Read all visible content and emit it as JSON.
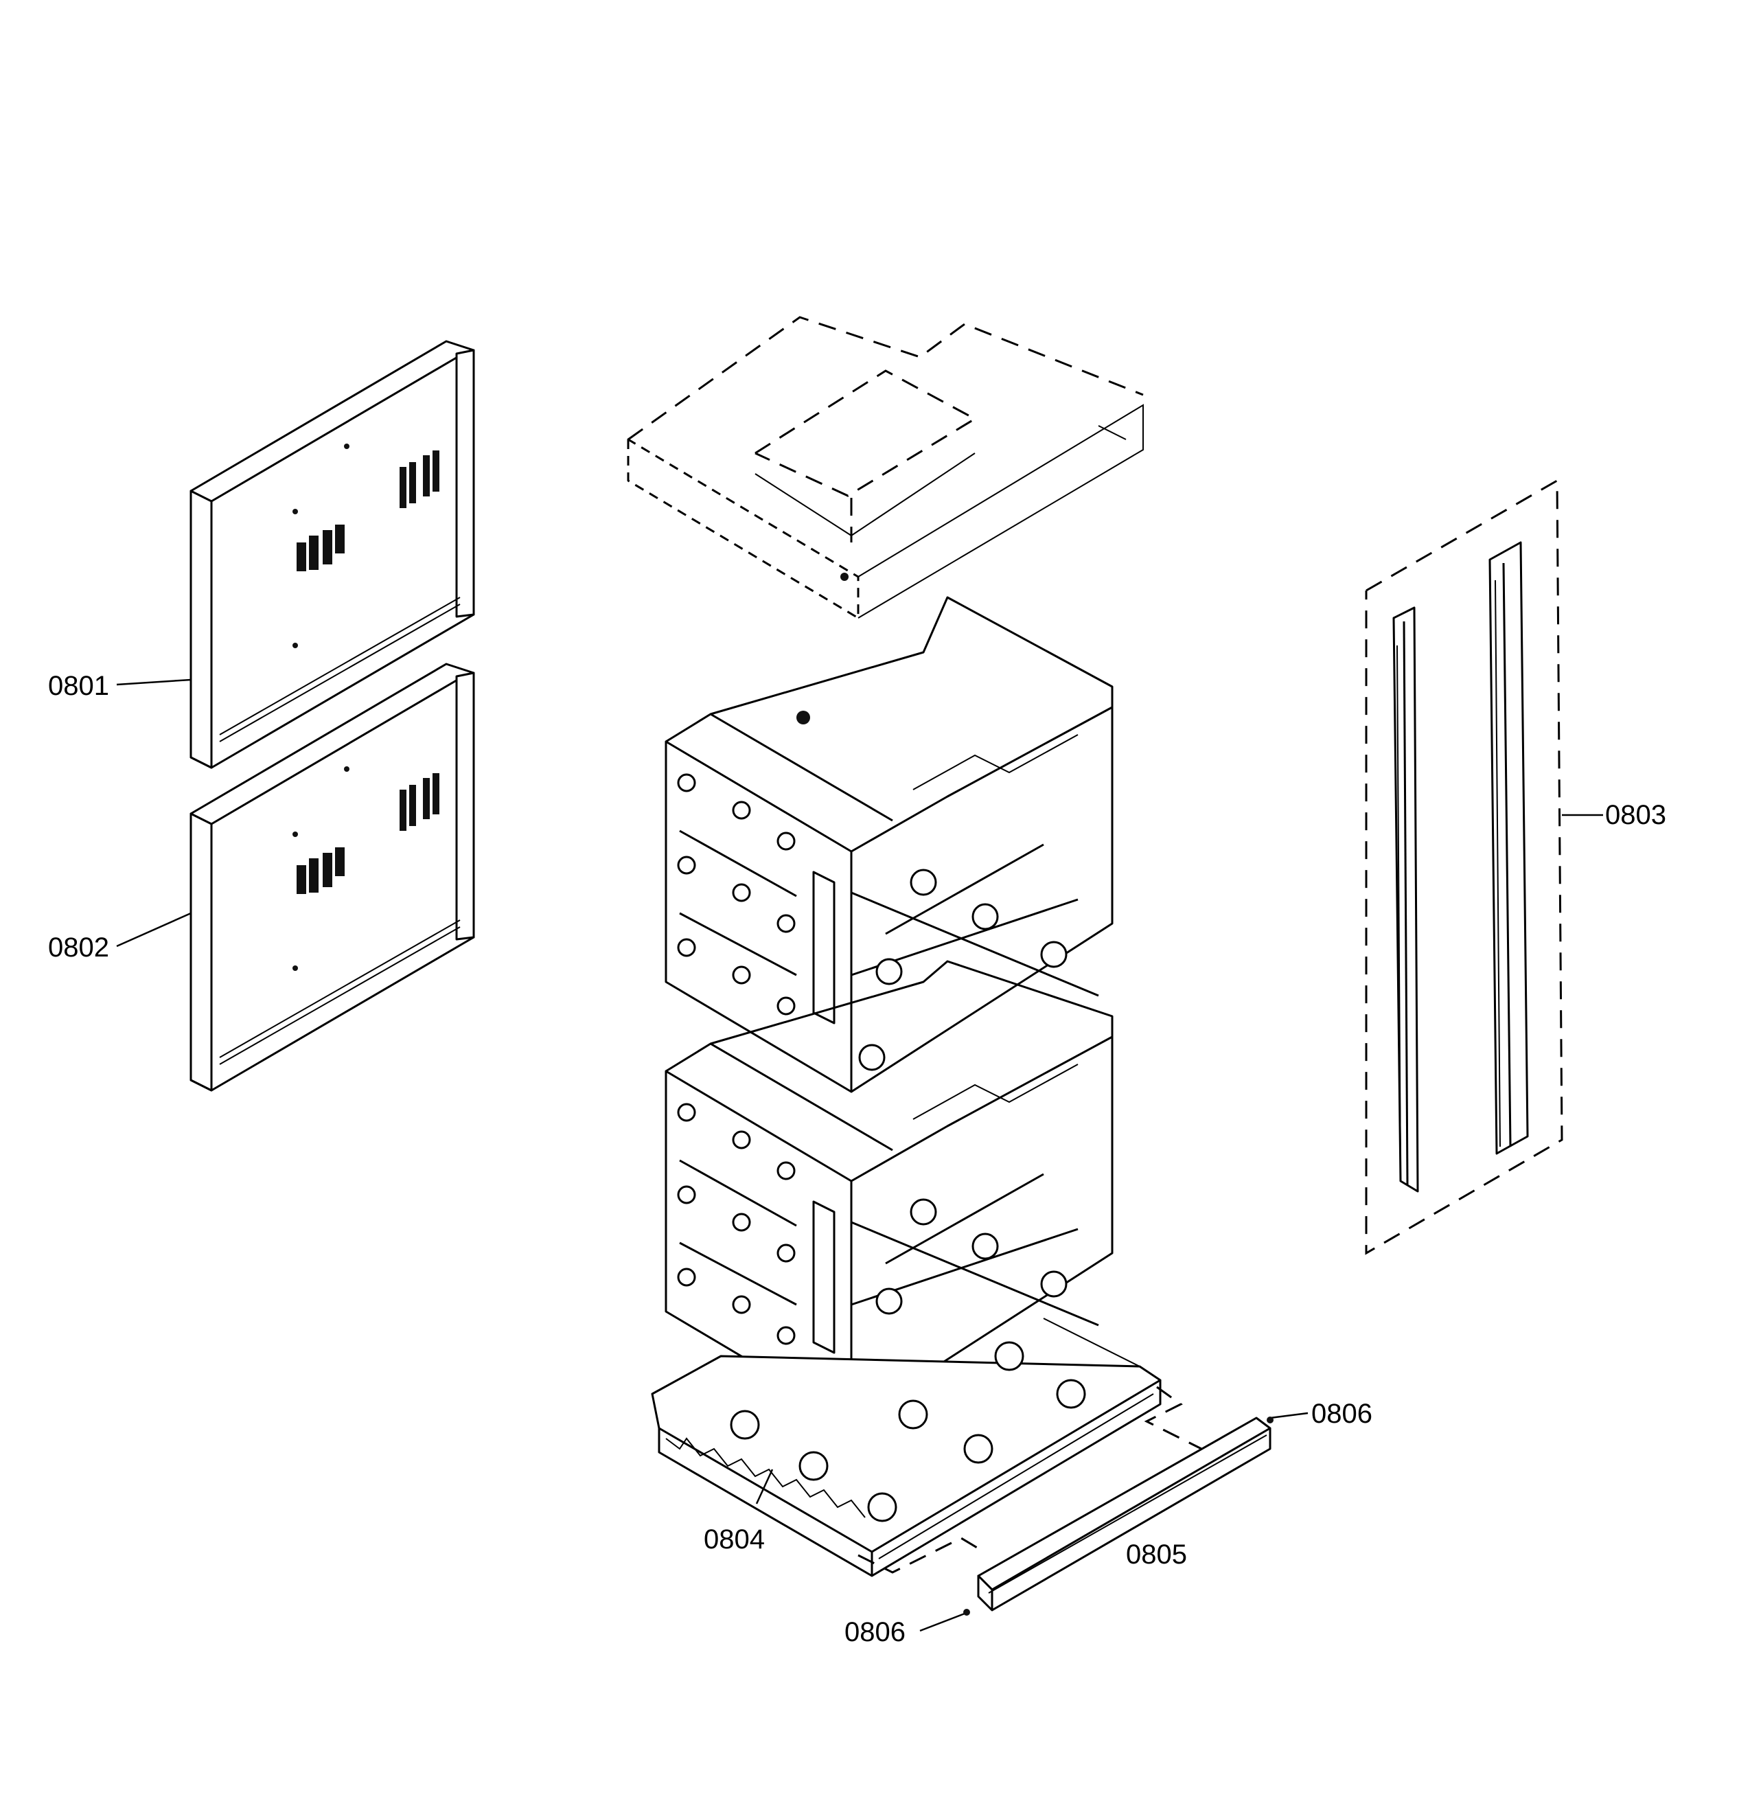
{
  "callouts": {
    "c0801": "0801",
    "c0802": "0802",
    "c0803": "0803",
    "c0804": "0804",
    "c0805": "0805",
    "c0806_top": "0806",
    "c0806_bottom": "0806"
  }
}
